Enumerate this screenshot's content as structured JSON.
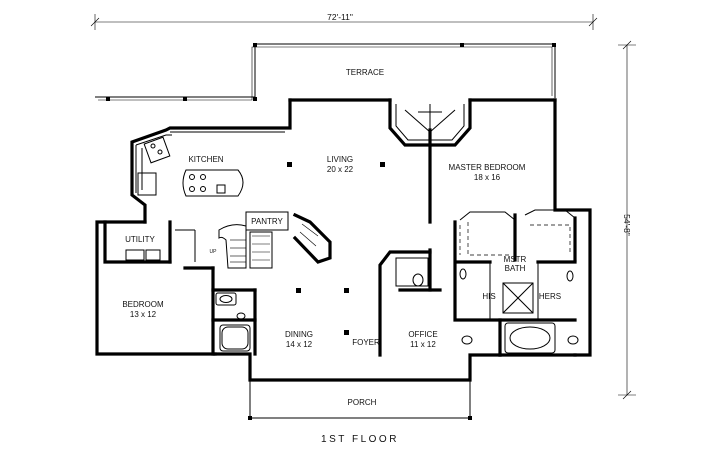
{
  "plan": {
    "title": "1ST FLOOR",
    "dimensions": {
      "width": "72'-11\"",
      "depth": "54'-8\""
    },
    "rooms": {
      "terrace": {
        "name": "TERRACE"
      },
      "kitchen": {
        "name": "KITCHEN"
      },
      "living": {
        "name": "LIVING",
        "size": "20 x 22"
      },
      "master_bedroom": {
        "name": "MASTER BEDROOM",
        "size": "18 x 16"
      },
      "pantry": {
        "name": "PANTRY"
      },
      "utility": {
        "name": "UTILITY"
      },
      "mstr_bath": {
        "name": "MSTR",
        "name2": "BATH"
      },
      "his": {
        "name": "HIS"
      },
      "hers": {
        "name": "HERS"
      },
      "bedroom": {
        "name": "BEDROOM",
        "size": "13 x 12"
      },
      "dining": {
        "name": "DINING",
        "size": "14 x 12"
      },
      "foyer": {
        "name": "FOYER"
      },
      "office": {
        "name": "OFFICE",
        "size": "11 x 12"
      },
      "porch": {
        "name": "PORCH"
      }
    },
    "stair_label": "UP"
  }
}
